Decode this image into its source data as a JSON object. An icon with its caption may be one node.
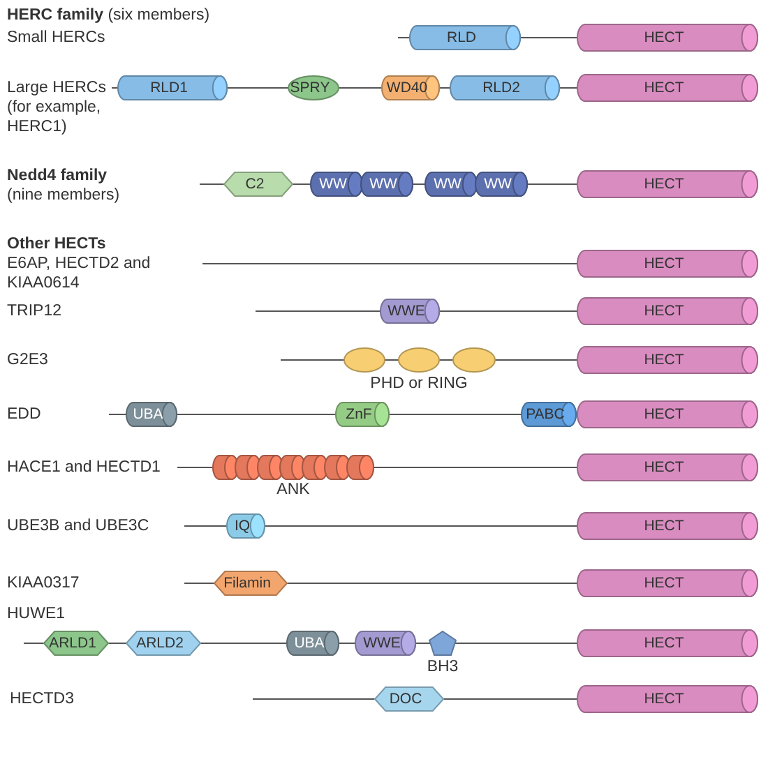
{
  "diagram": {
    "nodes": [
      {
        "text": [
          "RLD"
        ]
      },
      {
        "text": [
          "HECT"
        ]
      },
      {
        "text": [
          "RLD1"
        ]
      },
      {
        "text": [
          "SPRY"
        ]
      },
      {
        "text": [
          "WD40"
        ]
      },
      {
        "text": [
          "RLD2"
        ]
      },
      {
        "text": [
          "HECT"
        ]
      },
      {
        "text": [
          "C2"
        ]
      },
      {
        "text": [
          "WW"
        ]
      },
      {
        "text": [
          "WW"
        ]
      },
      {
        "text": [
          "WW"
        ]
      },
      {
        "text": [
          "WW"
        ]
      },
      {
        "text": [
          "HECT"
        ]
      },
      {
        "text": [
          "HECT"
        ]
      },
      {
        "text": [
          "WWE"
        ]
      },
      {
        "text": [
          "HECT"
        ]
      },
      {
        "text": [],
        "shape": "ellipse"
      },
      {
        "text": [],
        "shape": "ellipse"
      },
      {
        "text": [],
        "shape": "ellipse"
      },
      {
        "text": [
          "HECT"
        ]
      },
      {
        "text": [
          "UBA"
        ]
      },
      {
        "text": [
          "ZnF"
        ]
      },
      {
        "text": [
          "PABC"
        ]
      },
      {
        "text": [
          "HECT"
        ]
      },
      {
        "text": [],
        "shape": "cylinder"
      },
      {
        "text": [],
        "shape": "cylinder"
      },
      {
        "text": [],
        "shape": "cylinder"
      },
      {
        "text": [],
        "shape": "cylinder"
      },
      {
        "text": [],
        "shape": "cylinder"
      },
      {
        "text": [],
        "shape": "cylinder"
      },
      {
        "text": [],
        "shape": "cylinder"
      },
      {
        "text": [
          "HECT"
        ]
      },
      {
        "text": [
          "IQ"
        ]
      },
      {
        "text": [
          "HECT"
        ]
      },
      {
        "text": [
          "Filamin"
        ]
      },
      {
        "text": [
          "HECT"
        ]
      },
      {
        "text": [
          "ARLD1"
        ]
      },
      {
        "text": [
          "ARLD2"
        ]
      },
      {
        "text": [
          "UBA"
        ]
      },
      {
        "text": [
          "WWE"
        ]
      },
      {
        "text": [],
        "shape": "pentagon",
        "beside": [
          "BH3"
        ]
      },
      {
        "text": [
          "HECT"
        ]
      },
      {
        "text": [
          "DOC"
        ]
      },
      {
        "text": [
          "HECT"
        ]
      }
    ],
    "labels": [
      "**HERC family** (six members)",
      "Small HERCs",
      "Large HERCs (for example, HERC1)",
      "**Nedd4 family** (nine members)",
      "Other HECTs",
      "E6AP, HECTD2 and KIAA0614",
      "TRIP12",
      "G2E3",
      "PHD or RING",
      "EDD",
      "HACE1 and HECTD1",
      "ANK",
      "UBE3B and UBE3C",
      "KIAA0317",
      "HUWE1",
      "HECTD3"
    ]
  }
}
